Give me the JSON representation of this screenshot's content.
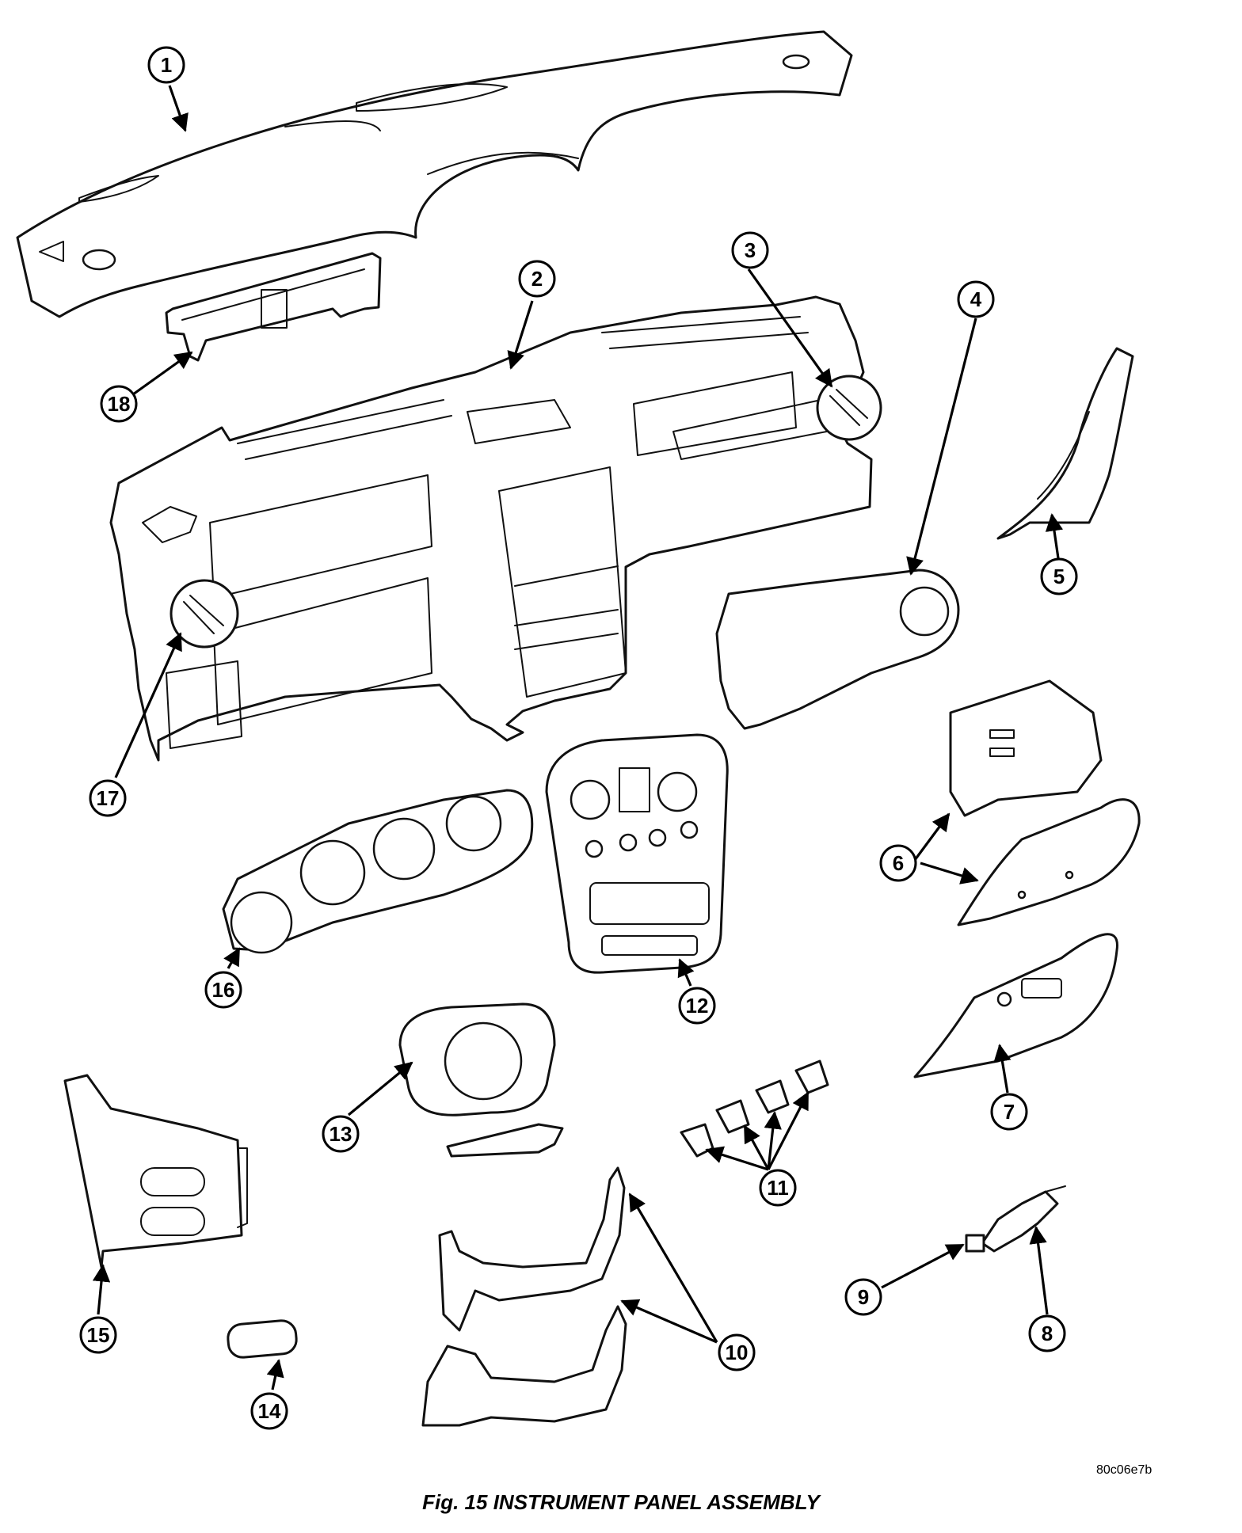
{
  "figure": {
    "caption": "Fig. 15 INSTRUMENT PANEL ASSEMBLY",
    "reference_code": "80c06e7b"
  },
  "callouts": [
    {
      "id": "c1",
      "label": "1"
    },
    {
      "id": "c2",
      "label": "2"
    },
    {
      "id": "c3",
      "label": "3"
    },
    {
      "id": "c4",
      "label": "4"
    },
    {
      "id": "c5",
      "label": "5"
    },
    {
      "id": "c6",
      "label": "6"
    },
    {
      "id": "c7",
      "label": "7"
    },
    {
      "id": "c8",
      "label": "8"
    },
    {
      "id": "c9",
      "label": "9"
    },
    {
      "id": "c10",
      "label": "10"
    },
    {
      "id": "c11",
      "label": "11"
    },
    {
      "id": "c12",
      "label": "12"
    },
    {
      "id": "c13",
      "label": "13"
    },
    {
      "id": "c14",
      "label": "14"
    },
    {
      "id": "c15",
      "label": "15"
    },
    {
      "id": "c16",
      "label": "16"
    },
    {
      "id": "c17",
      "label": "17"
    },
    {
      "id": "c18",
      "label": "18"
    }
  ]
}
